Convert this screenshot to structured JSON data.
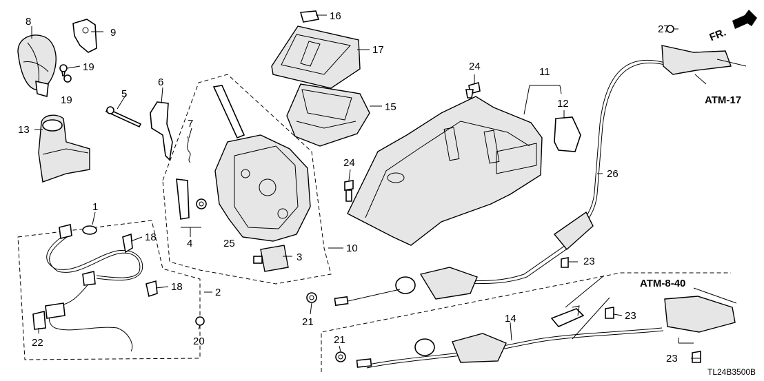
{
  "callouts": {
    "n1": "1",
    "n2": "2",
    "n3": "3",
    "n4": "4",
    "n5": "5",
    "n6": "6",
    "n7": "7",
    "n8": "8",
    "n9": "9",
    "n10": "10",
    "n11": "11",
    "n12": "12",
    "n13": "13",
    "n14": "14",
    "n15": "15",
    "n16": "16",
    "n17": "17",
    "n18": "18",
    "n19": "19",
    "n20": "20",
    "n21": "21",
    "n22": "22",
    "n23": "23",
    "n24": "24",
    "n25": "25",
    "n26": "26",
    "n27": "27"
  },
  "references": {
    "atm17": "ATM-17",
    "atm840": "ATM-8-40",
    "front": "FR."
  },
  "diagram_code": "TL24B3500B"
}
